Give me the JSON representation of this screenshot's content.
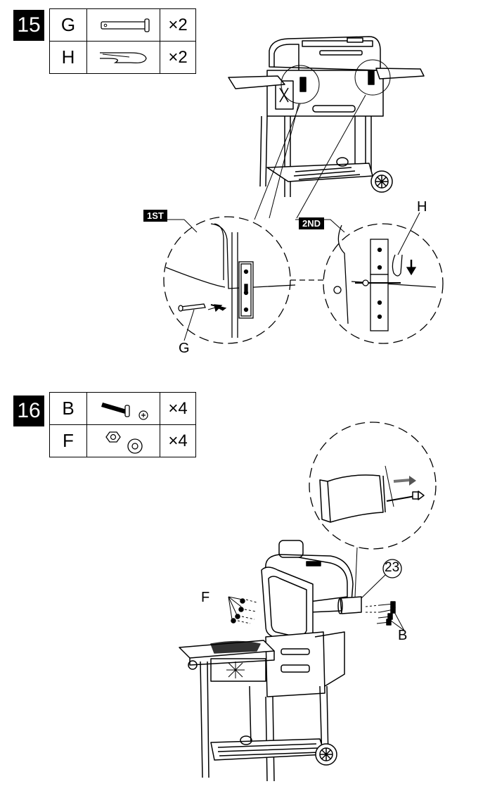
{
  "step15": {
    "number": "15",
    "parts": [
      {
        "letter": "G",
        "qty": "×2",
        "icon": "pin-icon"
      },
      {
        "letter": "H",
        "qty": "×2",
        "icon": "hairpin-clip-icon"
      }
    ],
    "callout_first": "1ST",
    "callout_second": "2ND",
    "label_g": "G",
    "label_h": "H"
  },
  "step16": {
    "number": "16",
    "parts": [
      {
        "letter": "B",
        "qty": "×4",
        "icon": "bolt-icon"
      },
      {
        "letter": "F",
        "qty": "×4",
        "icon": "nut-washer-icon"
      }
    ],
    "label_f": "F",
    "label_b": "B",
    "callout_23": "23"
  }
}
